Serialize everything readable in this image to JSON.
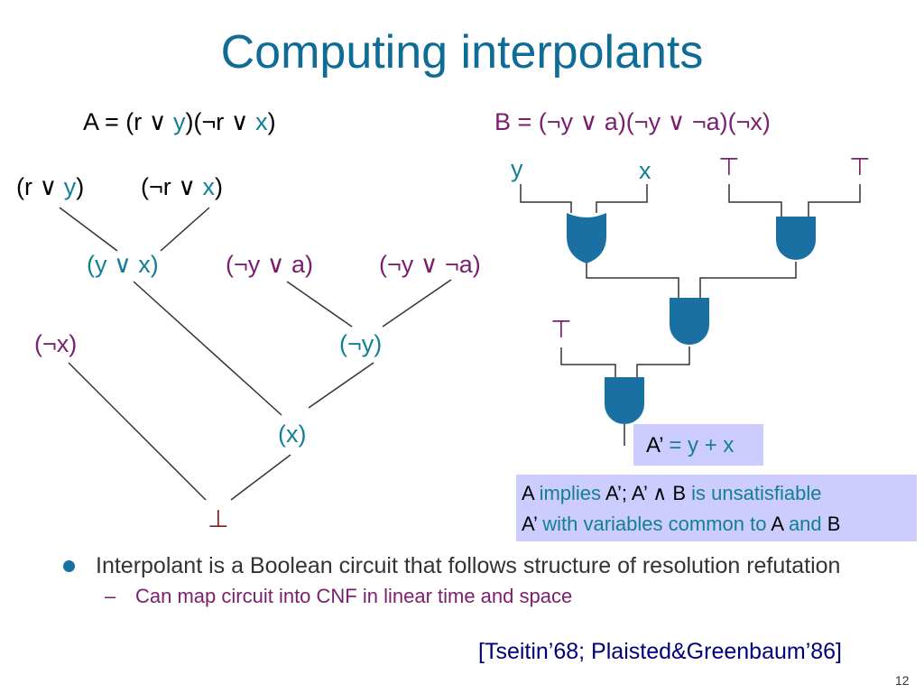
{
  "slide": {
    "title": "Computing interpolants",
    "page_number": "12"
  },
  "formulas": {
    "a_prefix": "A = (r ∨ ",
    "a_y": "y",
    "a_mid": ")(¬r ∨ ",
    "a_x": "x",
    "a_suffix": ")",
    "b": "B = (¬y ∨ a)(¬y ∨ ¬a)(¬x)"
  },
  "tree": {
    "leaf1_prefix": "(r ∨ ",
    "leaf1_y": "y",
    "leaf1_suffix": ")",
    "leaf2_prefix": "(¬r ∨ ",
    "leaf2_x": "x",
    "leaf2_suffix": ")",
    "yx": "(y ∨ x)",
    "ny_a": "(¬y ∨ a)",
    "ny_na": "(¬y ∨ ¬a)",
    "nx": "(¬x)",
    "ny": "(¬y)",
    "x": "(x)",
    "bottom": "⊥"
  },
  "circuit": {
    "in_y": "y",
    "in_x": "x",
    "in_top1": "⊤",
    "in_top2": "⊤",
    "in_top3": "⊤",
    "colors": {
      "gate": "#1a6fa3"
    }
  },
  "result_box": {
    "a_prime": "A’",
    "eq": " = y + x"
  },
  "implication_box": {
    "line1_a": "A",
    "line1_b": " implies ",
    "line1_c": "A’",
    "line1_d": "; ",
    "line1_e": "A’ ∧ B",
    "line1_f": " is unsatisfiable",
    "line2_a": "A’",
    "line2_b": " with variables common to ",
    "line2_c": "A",
    "line2_d": " and ",
    "line2_e": "B"
  },
  "bullets": {
    "main": "Interpolant is a Boolean circuit that follows structure of resolution refutation",
    "sub": "Can map circuit into CNF in linear time and space",
    "citation": "[Tseitin’68; Plaisted&Greenbaum’86]"
  }
}
